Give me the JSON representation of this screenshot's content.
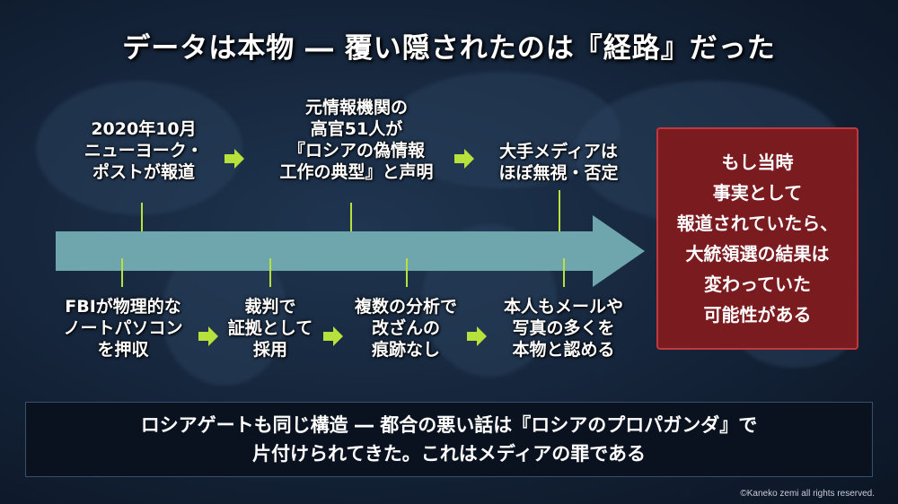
{
  "title": "データは本物 ― 覆い隠されたのは『経路』だった",
  "top_events": [
    "2020年10月\nニューヨーク・\nポストが報道",
    "元情報機関の\n高官51人が\n『ロシアの偽情報\n工作の典型』と声明",
    "大手メディアは\nほぼ無視・否定"
  ],
  "bottom_events": [
    "FBIが物理的な\nノートパソコン\nを押収",
    "裁判で\n証拠として\n採用",
    "複数の分析で\n改ざんの\n痕跡なし",
    "本人もメールや\n写真の多くを\n本物と認める"
  ],
  "conclusion": "もし当時\n事実として\n報道されていたら、\n大統領選の結果は\n変わっていた\n可能性がある",
  "summary": "ロシアゲートも同じ構造 ― 都合の悪い話は『ロシアのプロパガンダ』で\n片付けられてきた。これはメディアの罪である",
  "copyright": "©Kaneko zemi all rights reserved.",
  "colors": {
    "accent": "#b6e23b",
    "arrow": "#6fa6ad",
    "conclusion_bg": "#7a1b1f",
    "conclusion_border": "#c0393d"
  }
}
